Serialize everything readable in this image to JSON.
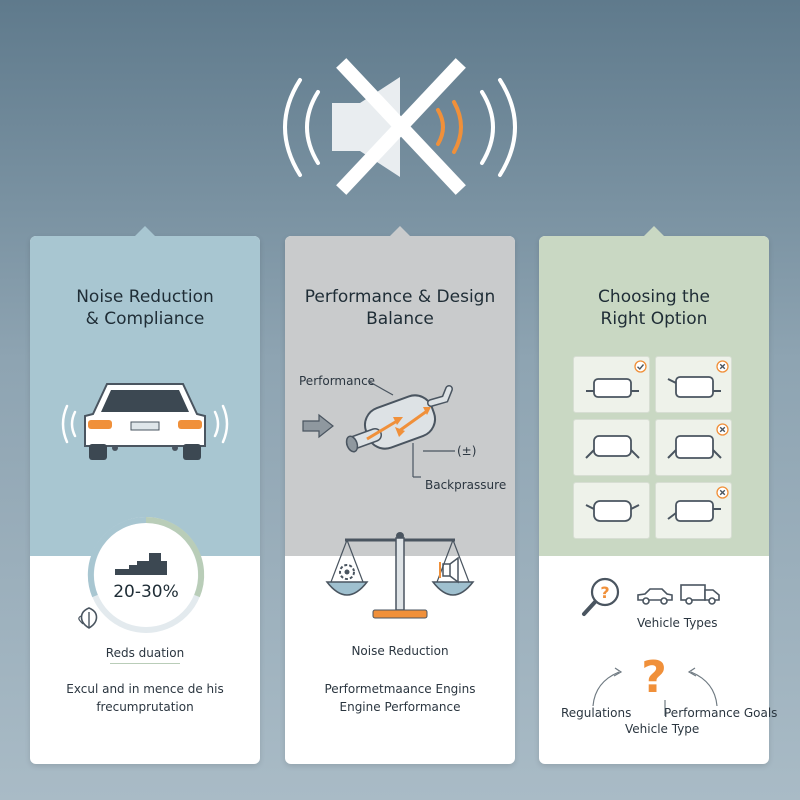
{
  "cards": [
    {
      "title_line1": "Noise Reduction",
      "title_line2": "& Compliance",
      "stat": "20-30%",
      "caption": "Reds duation",
      "desc_line1": "Excul and in mence de his",
      "desc_line2": "frecumprutation"
    },
    {
      "title_line1": "Performance & Design",
      "title_line2": "Balance",
      "label_performance": "Performance",
      "label_backpressure": "Backprassure",
      "label_symbol": "(±)",
      "caption": "Noise Reduction",
      "desc_line1": "Performetmaance Engins",
      "desc_line2": "Engine Performance"
    },
    {
      "title_line1": "Choosing the",
      "title_line2": "Right Option",
      "vehicle_types": "Vehicle Types",
      "regulations": "Regulations",
      "performance_goals": "Performance Goals",
      "vehicle_type": "Vehicle Type",
      "options": [
        {
          "status": "check"
        },
        {
          "status": "cross"
        },
        {
          "status": "none"
        },
        {
          "status": "cross"
        },
        {
          "status": "none"
        },
        {
          "status": "cross"
        }
      ]
    }
  ],
  "colors": {
    "accent_orange": "#f0903a",
    "icon_dark": "#4a5560",
    "scale_blue": "#9fc0cf"
  }
}
